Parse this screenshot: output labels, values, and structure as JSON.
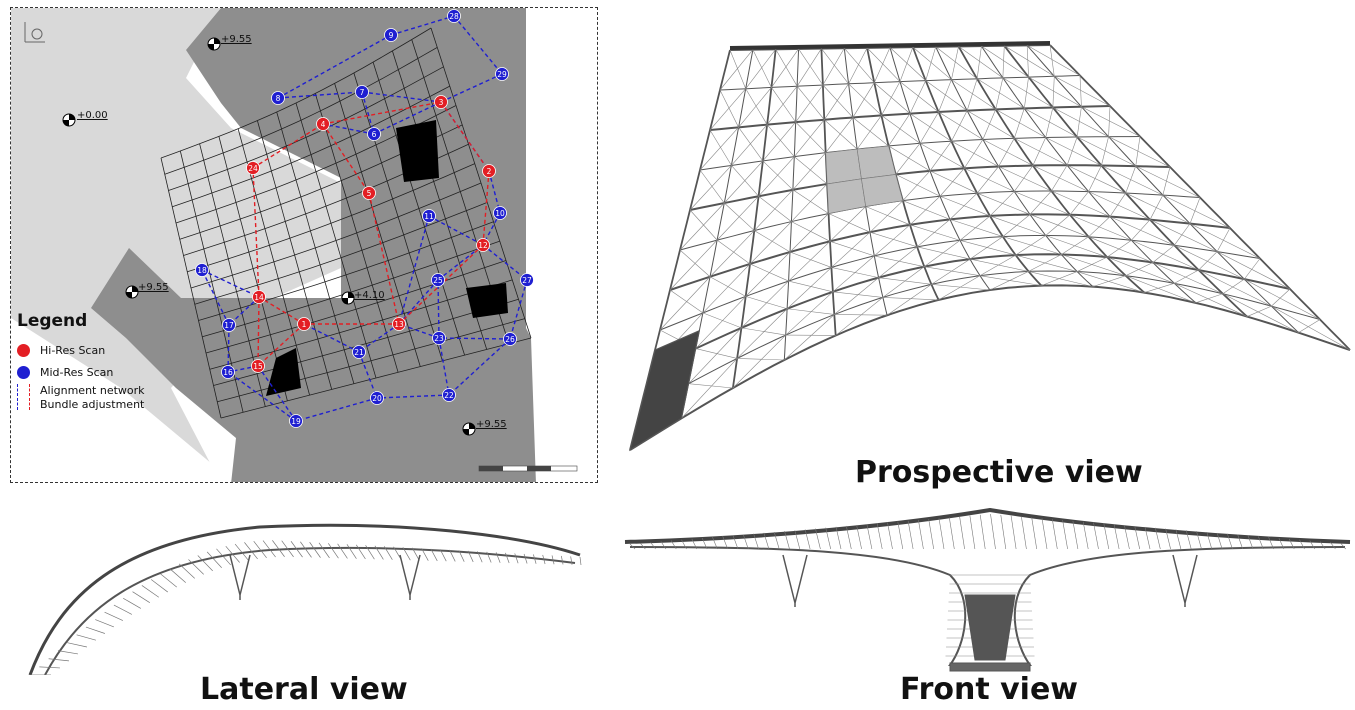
{
  "plan": {
    "legend": {
      "title": "Legend",
      "hi_res_label": "Hi-Res Scan",
      "mid_res_label": "Mid-Res Scan",
      "alignment_label": "Alignment network",
      "bundle_label": "Bundle adjustment",
      "hi_res_color": "#e31e24",
      "mid_res_color": "#1f1fd1"
    },
    "elevations": [
      "+9.55",
      "+0.00",
      "+9.55",
      "+4.10",
      "+9.55"
    ],
    "hi_res_stations": [
      "1",
      "2",
      "3",
      "4",
      "5",
      "12",
      "13",
      "14",
      "15",
      "24"
    ],
    "mid_res_stations": [
      "6",
      "7",
      "8",
      "9",
      "10",
      "11",
      "16",
      "17",
      "18",
      "19",
      "20",
      "21",
      "22",
      "23",
      "25",
      "26",
      "27",
      "28",
      "29"
    ]
  },
  "captions": {
    "prospective": "Prospective view",
    "lateral": "Lateral view",
    "front": "Front view"
  }
}
